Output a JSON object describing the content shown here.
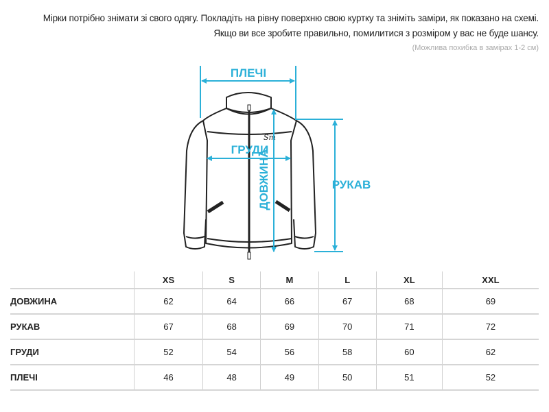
{
  "intro": {
    "line1": "Мірки потрібно знімати зі свого одягу. Покладіть на рівну поверхню свою куртку та зніміть заміри, як показано на схемі.",
    "line2": "Якщо ви все зробите правильно, помилитися з розміром у вас не буде шансу.",
    "note": "(Можлива похибка в замірах 1-2 см)"
  },
  "diagram": {
    "shoulders": "ПЛЕЧІ",
    "chest": "ГРУДИ",
    "length": "ДОВЖИНА",
    "sleeve": "РУКАВ",
    "logo": "Sm",
    "accent_color": "#2bb0d8"
  },
  "table": {
    "sizes": [
      "XS",
      "S",
      "M",
      "L",
      "XL",
      "XXL"
    ],
    "rows": [
      {
        "label": "ДОВЖИНА",
        "values": [
          "62",
          "64",
          "66",
          "67",
          "68",
          "69"
        ]
      },
      {
        "label": "РУКАВ",
        "values": [
          "67",
          "68",
          "69",
          "70",
          "71",
          "72"
        ]
      },
      {
        "label": "ГРУДИ",
        "values": [
          "52",
          "54",
          "56",
          "58",
          "60",
          "62"
        ]
      },
      {
        "label": "ПЛЕЧІ",
        "values": [
          "46",
          "48",
          "49",
          "50",
          "51",
          "52"
        ]
      }
    ]
  }
}
